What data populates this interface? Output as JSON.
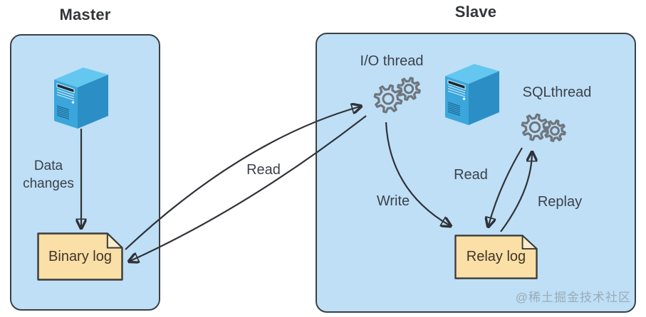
{
  "diagram": {
    "master": {
      "title": "Master",
      "data_changes_label": "Data changes",
      "binary_log_label": "Binary log"
    },
    "slave": {
      "title": "Slave",
      "io_thread_label": "I/O thread",
      "sql_thread_label": "SQLthread",
      "relay_log_label": "Relay log"
    },
    "edges": {
      "master_read_label": "Read",
      "write_label": "Write",
      "slave_read_label": "Read",
      "replay_label": "Replay"
    },
    "watermark": "@稀土掘金技术社区",
    "colors": {
      "box_fill": "#BEDFF6",
      "box_border": "#3B4045",
      "doc_fill": "#FADFA6",
      "doc_fold": "#FBEDCB",
      "doc_border": "#3B3B3B",
      "arrow": "#2F3237",
      "gear": "#6F767D",
      "text": "#3C4149",
      "server_front": "#3BA6DB",
      "server_side": "#2B8FC6",
      "server_top": "#63C7EF"
    }
  }
}
